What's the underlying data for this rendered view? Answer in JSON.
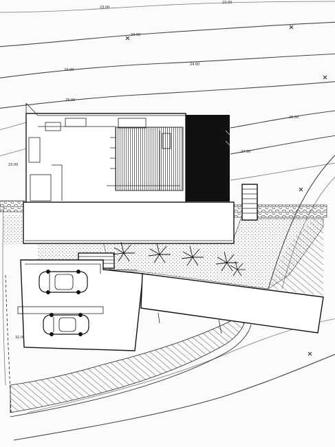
{
  "drawing": {
    "type": "architectural site plan",
    "contour_labels": [
      {
        "id": "c-top-left",
        "text": "23.00"
      },
      {
        "id": "c-top-right",
        "text": "22.00"
      },
      {
        "id": "c-23b",
        "text": "23.00"
      },
      {
        "id": "c-24a",
        "text": "24.00"
      },
      {
        "id": "c-24b",
        "text": "24.00"
      },
      {
        "id": "c-25",
        "text": "25.00"
      },
      {
        "id": "c-26",
        "text": "26.00"
      },
      {
        "id": "c-27",
        "text": "27.00"
      },
      {
        "id": "c-left",
        "text": "23.00"
      },
      {
        "id": "c-bottom-left",
        "text": "32.00"
      }
    ],
    "parked_cars": 2,
    "palm_trees": 5,
    "colors": {
      "ink": "#111111",
      "paper": "#fbfbfb",
      "roof_dark": "#111111"
    }
  }
}
